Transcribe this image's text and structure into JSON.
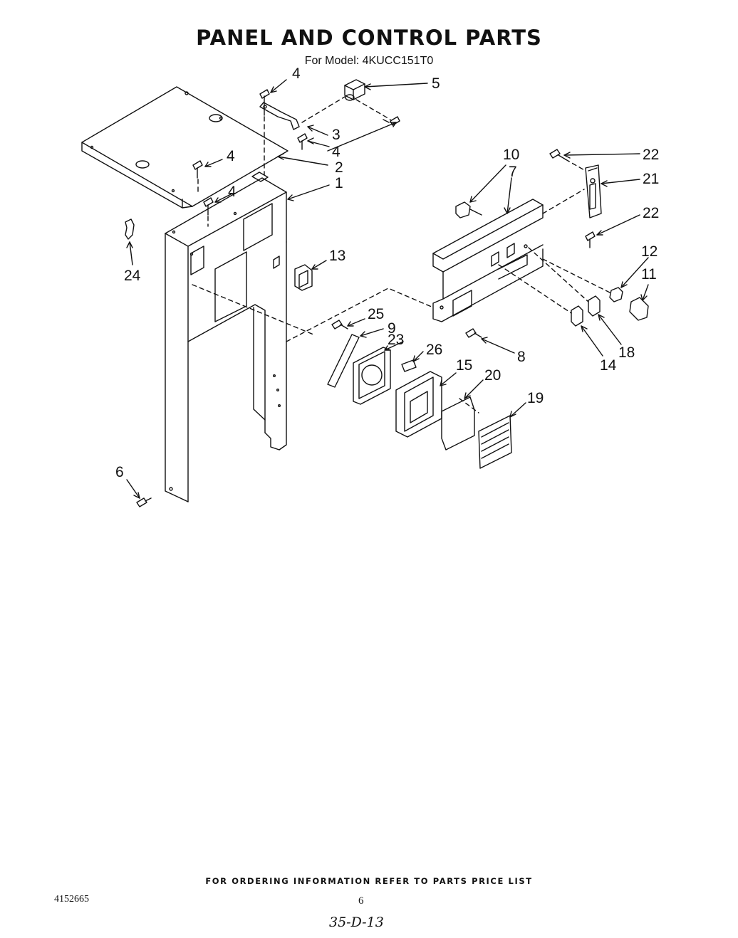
{
  "title": "PANEL AND CONTROL PARTS",
  "subtitle": "For Model: 4KUCC151T0",
  "callouts": [
    "4",
    "5",
    "3",
    "4",
    "2",
    "4",
    "4",
    "1",
    "10",
    "7",
    "22",
    "21",
    "22",
    "12",
    "11",
    "13",
    "24",
    "25",
    "9",
    "23",
    "26",
    "15",
    "20",
    "19",
    "8",
    "14",
    "18",
    "6"
  ],
  "footer_note": "FOR ORDERING INFORMATION REFER TO PARTS PRICE LIST",
  "doc_number": "4152665",
  "page_number": "6",
  "handwritten": "35-D-13"
}
